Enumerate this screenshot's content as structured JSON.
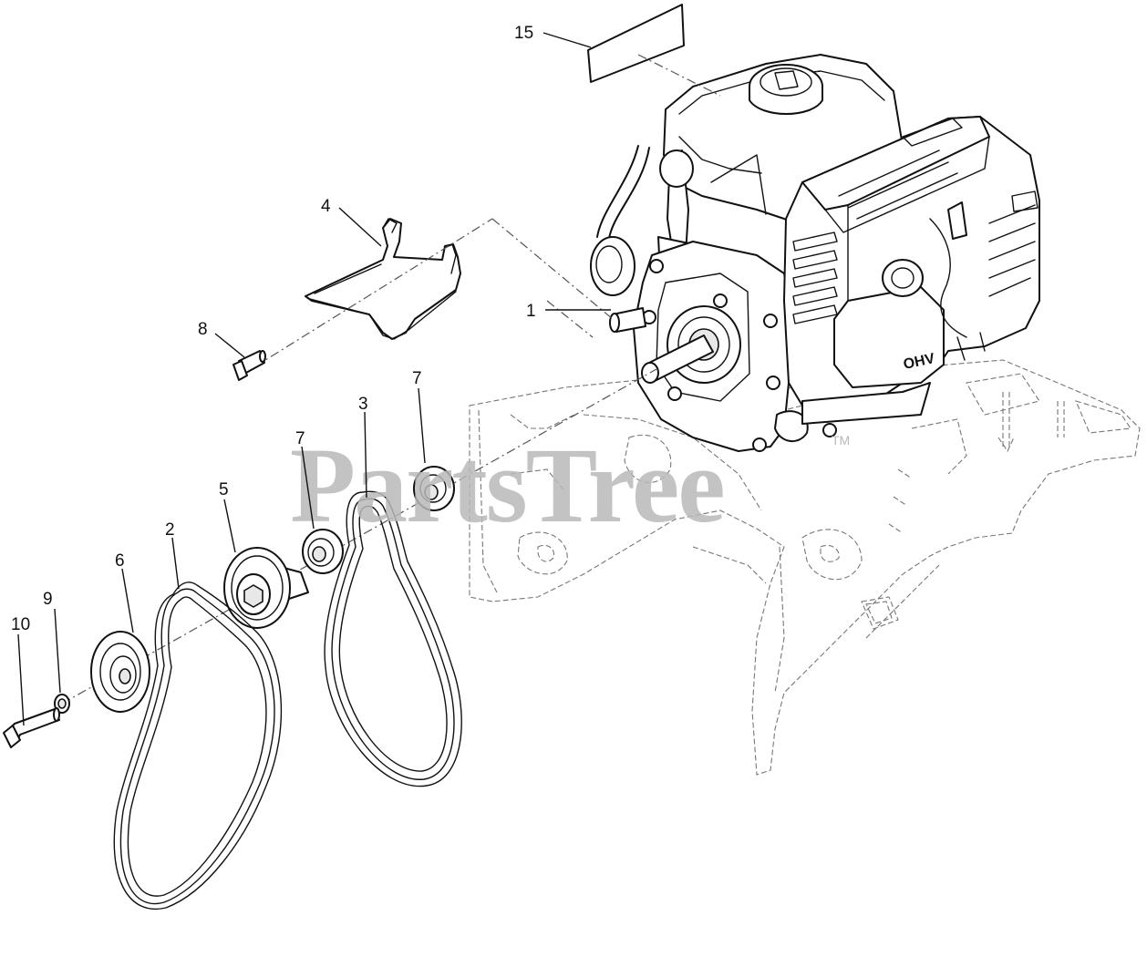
{
  "callouts": [
    {
      "id": "1",
      "label": "1"
    },
    {
      "id": "2",
      "label": "2"
    },
    {
      "id": "3",
      "label": "3"
    },
    {
      "id": "4",
      "label": "4"
    },
    {
      "id": "5",
      "label": "5"
    },
    {
      "id": "6",
      "label": "6"
    },
    {
      "id": "7a",
      "label": "7"
    },
    {
      "id": "7b",
      "label": "7"
    },
    {
      "id": "8",
      "label": "8"
    },
    {
      "id": "9",
      "label": "9"
    },
    {
      "id": "10",
      "label": "10"
    },
    {
      "id": "15",
      "label": "15"
    }
  ],
  "watermark": {
    "text": "PartsTree",
    "tm": "TM"
  },
  "engine_marks": {
    "valve_label": "OHV"
  }
}
